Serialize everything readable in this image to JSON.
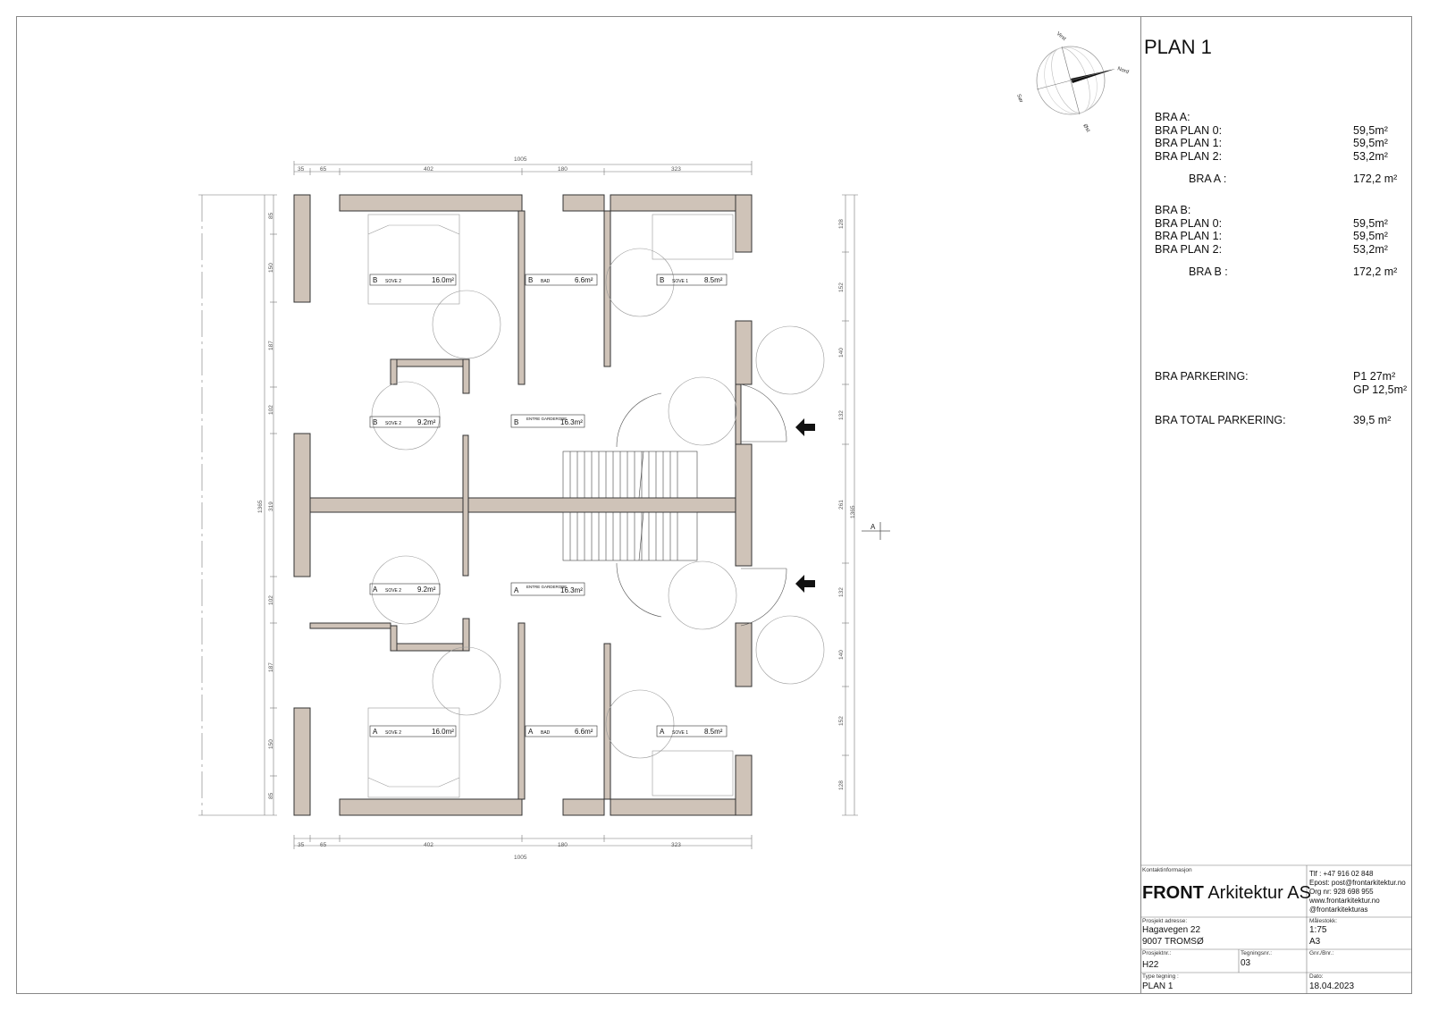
{
  "plan_title": "PLAN 1",
  "bra_a": {
    "heading": "BRA A:",
    "rows": [
      {
        "label": "BRA PLAN 0:",
        "value": "59,5m²"
      },
      {
        "label": "BRA PLAN 1:",
        "value": "59,5m²"
      },
      {
        "label": "BRA PLAN 2:",
        "value": "53,2m²"
      }
    ],
    "total_label": "BRA  A :",
    "total_value": "172,2 m²"
  },
  "bra_b": {
    "heading": "BRA B:",
    "rows": [
      {
        "label": "BRA PLAN 0:",
        "value": "59,5m²"
      },
      {
        "label": "BRA PLAN 1:",
        "value": "59,5m²"
      },
      {
        "label": "BRA PLAN 2:",
        "value": "53,2m²"
      }
    ],
    "total_label": "BRA  B :",
    "total_value": "172,2 m²"
  },
  "parking": {
    "label": "BRA PARKERING:",
    "value_1": "P1 27m²",
    "value_2": "GP 12,5m²",
    "total_label": "BRA TOTAL PARKERING:",
    "total_value": "39,5 m²"
  },
  "compass": {
    "north": "Nord",
    "east": "Øst",
    "south": "Sør",
    "west": "Vest"
  },
  "dimensions": {
    "top_total": "1005",
    "top_segments": [
      "35",
      "65",
      "402",
      "180",
      "323"
    ],
    "bottom_total": "1005",
    "bottom_segments": [
      "35",
      "65",
      "402",
      "180",
      "323"
    ],
    "left_total": "1365",
    "left_segments": [
      "85",
      "150",
      "187",
      "102",
      "319",
      "102",
      "187",
      "150",
      "85"
    ],
    "right_total": "1365",
    "right_segments": [
      "128",
      "152",
      "140",
      "132",
      "261",
      "132",
      "140",
      "152",
      "128"
    ]
  },
  "section_marker": "A",
  "rooms": [
    {
      "unit": "B",
      "name": "SOVE 2",
      "area": "16.0m²"
    },
    {
      "unit": "B",
      "name": "BAD",
      "area": "6.6m²"
    },
    {
      "unit": "B",
      "name": "SOVE 1",
      "area": "8.5m²"
    },
    {
      "unit": "B",
      "name": "SOVE 2",
      "area": "9.2m²"
    },
    {
      "unit": "B",
      "name": "ENTRE GARDEROBE",
      "area": "16.3m²"
    },
    {
      "unit": "A",
      "name": "SOVE 2",
      "area": "9.2m²"
    },
    {
      "unit": "A",
      "name": "ENTRE GARDEROBE",
      "area": "16.3m²"
    },
    {
      "unit": "A",
      "name": "SOVE 2",
      "area": "16.0m²"
    },
    {
      "unit": "A",
      "name": "BAD",
      "area": "6.6m²"
    },
    {
      "unit": "A",
      "name": "SOVE 1",
      "area": "8.5m²"
    }
  ],
  "title_block": {
    "contact_label": "Kontaktinformasjon",
    "company_bold": "FRONT",
    "company_rest": " Arkitektur AS",
    "phone": "Tlf : +47 916 02 848",
    "email": "Epost: post@frontarkitektur.no",
    "org": "Org nr: 928 698 955",
    "web": "www.frontarkitektur.no",
    "social": "@frontarkitekturas",
    "address_label": "Prosjekt adresse:",
    "address_line1": "Hagavegen 22",
    "address_line2": "9007 TROMSØ",
    "scale_label": "Målestokk:",
    "scale": "1:75",
    "format": "A3",
    "project_no_label": "Prosjektnr.:",
    "project_no": "H22",
    "drawing_no_label": "Tegningsnr.:",
    "drawing_no": "03",
    "gnr_label": "Gnr./Bnr.:",
    "gnr": "",
    "type_label": "Type tegning :",
    "type": "PLAN 1",
    "date_label": "Dato:",
    "date": "18.04.2023"
  }
}
